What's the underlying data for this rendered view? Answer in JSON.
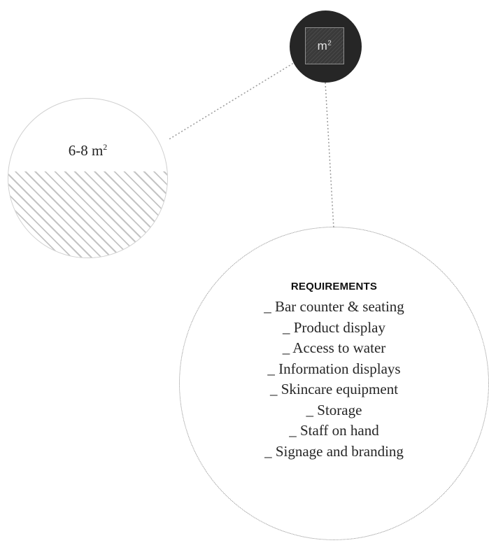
{
  "badge": {
    "unit": "m",
    "superscript": "2"
  },
  "area": {
    "value": "6-8 m",
    "superscript": "2"
  },
  "requirements": {
    "title": "REQUIREMENTS",
    "items": [
      "_ Bar counter & seating",
      "_ Product display",
      "_ Access to water",
      "_ Information displays",
      "_ Skincare equipment",
      "_ Storage",
      "_ Staff  on hand",
      "_ Signage and branding"
    ]
  }
}
